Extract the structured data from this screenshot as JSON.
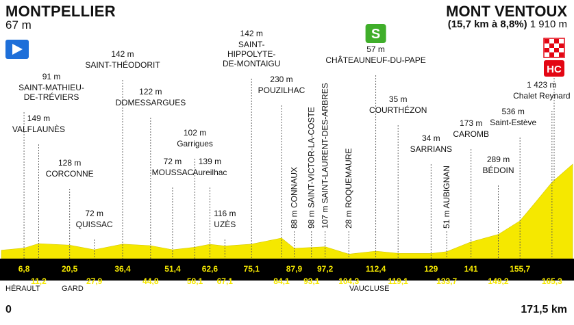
{
  "start": {
    "name": "MONTPELLIER",
    "altitude": "67 m"
  },
  "finish": {
    "name": "MONT VENTOUX",
    "climb": "(15,7 km à 8,8%)",
    "altitude": "1 910 m"
  },
  "distance": {
    "start": "0",
    "end": "171,5 km"
  },
  "regions": [
    {
      "label": "HÉRAULT"
    },
    {
      "label": "GARD"
    },
    {
      "label": "VAUCLUSE"
    }
  ],
  "badges": {
    "sprint": "S",
    "climb_category": "HC"
  },
  "colors": {
    "profile": "#f5e800",
    "bar": "#000000",
    "km_text": "#f5e800",
    "start_flag": "#1e6fd9",
    "sprint": "#3fae2a",
    "hc": "#e30613"
  },
  "chart_data": {
    "type": "area",
    "xlabel": "",
    "ylabel": "",
    "xlim": [
      0,
      171.5
    ],
    "ylim": [
      0,
      1910
    ],
    "profile": {
      "x": [
        0,
        6.8,
        11.2,
        20.5,
        27.9,
        36.4,
        44.8,
        51.4,
        58.1,
        62.6,
        67.1,
        75.1,
        84.1,
        87.9,
        93.1,
        97.2,
        104.3,
        112.4,
        119.1,
        129,
        133.7,
        141,
        149.2,
        155.7,
        160,
        165.3,
        171.5
      ],
      "y": [
        67,
        91,
        149,
        128,
        72,
        142,
        122,
        72,
        102,
        139,
        116,
        142,
        230,
        88,
        98,
        107,
        28,
        57,
        35,
        34,
        51,
        173,
        289,
        536,
        900,
        1423,
        1910
      ]
    },
    "waypoints": [
      {
        "km": "6,8",
        "alt": "91 m",
        "name": "SAINT-MATHIEU-DE-TRÉVIERS"
      },
      {
        "km": "11,2",
        "alt": "149 m",
        "name": "VALFLAUNÈS"
      },
      {
        "km": "20,5",
        "alt": "128 m",
        "name": "CORCONNE"
      },
      {
        "km": "27,9",
        "alt": "72 m",
        "name": "QUISSAC"
      },
      {
        "km": "36,4",
        "alt": "142 m",
        "name": "SAINT-THÉODORIT"
      },
      {
        "km": "44,8",
        "alt": "122 m",
        "name": "DOMESSARGUES"
      },
      {
        "km": "51,4",
        "alt": "72 m",
        "name": "MOUSSAC"
      },
      {
        "km": "58,1",
        "alt": "102 m",
        "name": "Garrigues"
      },
      {
        "km": "62,6",
        "alt": "139 m",
        "name": "Aureilhac"
      },
      {
        "km": "67,1",
        "alt": "116 m",
        "name": "UZÈS"
      },
      {
        "km": "75,1",
        "alt": "142 m",
        "name": "SAINT-HIPPOLYTE-DE-MONTAIGU"
      },
      {
        "km": "84,1",
        "alt": "230 m",
        "name": "POUZILHAC"
      },
      {
        "km": "87,9",
        "alt": "88 m",
        "name": "CONNAUX"
      },
      {
        "km": "93,1",
        "alt": "98 m",
        "name": "SAINT-VICTOR-LA-COSTE"
      },
      {
        "km": "97,2",
        "alt": "107 m",
        "name": "SAINT-LAURENT-DES-ARBRES"
      },
      {
        "km": "104,3",
        "alt": "28 m",
        "name": "ROQUEMAURE"
      },
      {
        "km": "112,4",
        "alt": "57 m",
        "name": "CHÂTEAUNEUF-DU-PAPE"
      },
      {
        "km": "119,1",
        "alt": "35 m",
        "name": "COURTHÉZON"
      },
      {
        "km": "129",
        "alt": "34 m",
        "name": "SARRIANS"
      },
      {
        "km": "133,7",
        "alt": "51 m",
        "name": "AUBIGNAN"
      },
      {
        "km": "141",
        "alt": "173 m",
        "name": "CAROMB"
      },
      {
        "km": "149,2",
        "alt": "289 m",
        "name": "BÉDOIN"
      },
      {
        "km": "155,7",
        "alt": "536 m",
        "name": "Saint-Estève"
      },
      {
        "km": "165,3",
        "alt": "1 423 m",
        "name": "Chalet Reynard"
      }
    ]
  }
}
